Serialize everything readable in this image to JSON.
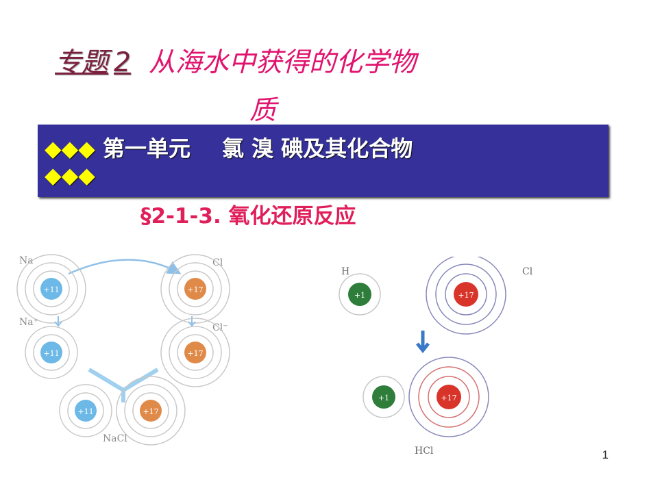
{
  "title": {
    "topic": "专题",
    "number": "2",
    "main": "从海水中获得的化学物",
    "main_cont": "质"
  },
  "band": {
    "diamonds": "◆◆◆",
    "unit": "第一单元",
    "elements": "氯 溴 碘及其化合物",
    "diamonds2": "◆◆◆"
  },
  "subtitle": "§2-1-3.  氧化还原反应",
  "diagram_left": {
    "label_na": "Na",
    "label_cl": "Cl",
    "label_na_ion": "Na⁺",
    "label_cl_ion": "Cl⁻",
    "label_nacl": "NaCl",
    "charge_na": "+11",
    "charge_cl": "+17"
  },
  "diagram_right": {
    "label_h": "H",
    "label_cl": "Cl",
    "label_hcl": "HCl",
    "charge_h": "+1",
    "charge_cl": "+17"
  },
  "page_number": "1",
  "colors": {
    "band_bg": "#35309a",
    "title_pink": "#e0146e",
    "diamond_yellow": "#ffff00",
    "nucleus_blue": "#6cb8e6",
    "nucleus_orange": "#e08a4a",
    "nucleus_green": "#2e7d3a",
    "nucleus_red": "#d8342a",
    "arrow_blue": "#3a78c8"
  }
}
